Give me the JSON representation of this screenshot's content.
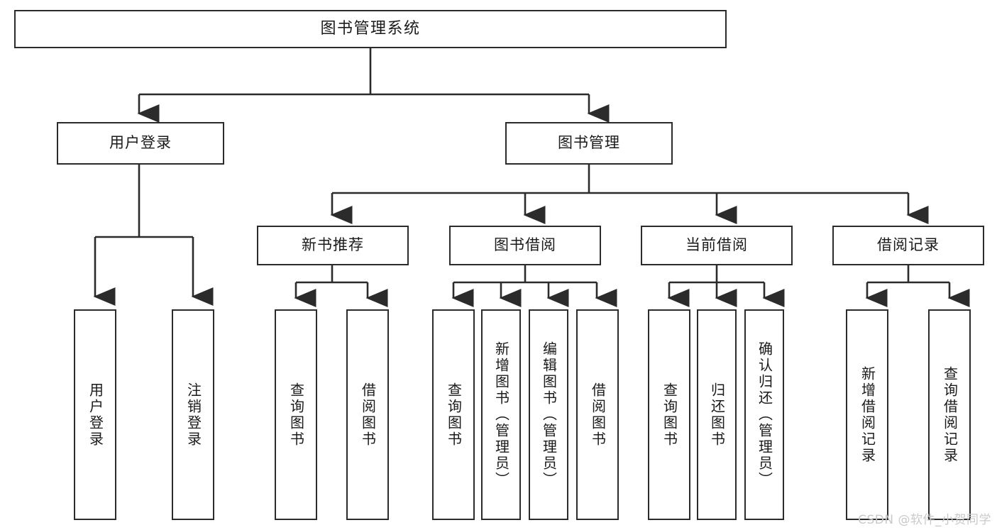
{
  "diagram": {
    "type": "tree-hierarchy-flowchart",
    "title": "图书管理系统",
    "stroke_color": "#2b2b2b",
    "fill_color": "#ffffff",
    "text_color": "#1a1a1a",
    "root": {
      "label": "图书管理系统"
    },
    "level2": [
      {
        "label": "用户登录"
      },
      {
        "label": "图书管理"
      }
    ],
    "level3": [
      {
        "label": "新书推荐"
      },
      {
        "label": "图书借阅"
      },
      {
        "label": "当前借阅"
      },
      {
        "label": "借阅记录"
      }
    ],
    "leaves": [
      {
        "label": "用户登录"
      },
      {
        "label": "注销登录"
      },
      {
        "label": "查询图书"
      },
      {
        "label": "借阅图书"
      },
      {
        "label": "查询图书"
      },
      {
        "label": "新增图书（管理员）"
      },
      {
        "label": "编辑图书（管理员）"
      },
      {
        "label": "借阅图书"
      },
      {
        "label": "查询图书"
      },
      {
        "label": "归还图书"
      },
      {
        "label": "确认归还（管理员）"
      },
      {
        "label": "新增借阅记录"
      },
      {
        "label": "查询借阅记录"
      }
    ]
  },
  "watermark": {
    "text": "CSDN @软件_小贺同学"
  }
}
